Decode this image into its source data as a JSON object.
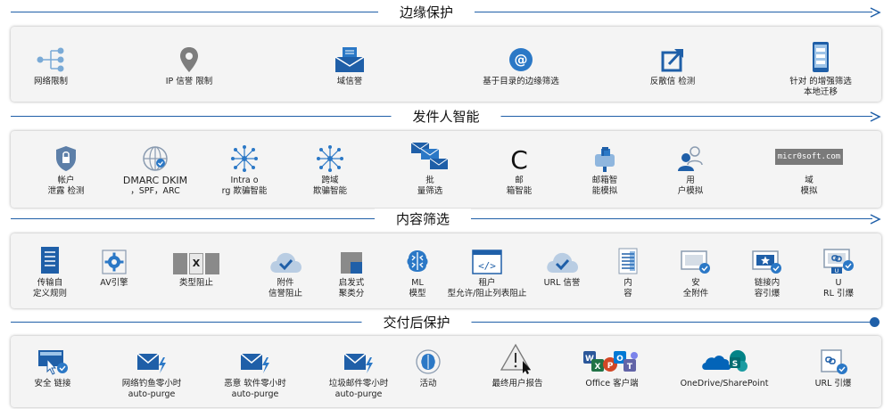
{
  "sections": [
    {
      "title": "边缘保护",
      "items": [
        {
          "icon": "network-icon",
          "label": [
            "网络限制"
          ]
        },
        {
          "icon": "location-pin-icon",
          "label": [
            "IP 信誉 限制"
          ]
        },
        {
          "icon": "envelope-stack-icon",
          "label": [
            "域信誉"
          ]
        },
        {
          "icon": "at-sign-icon",
          "label": [
            "基于目录的边缘筛选"
          ]
        },
        {
          "icon": "share-out-icon",
          "label": [
            "反散信 检测"
          ]
        },
        {
          "icon": "phone-sync-icon",
          "label": [
            "针对 的增强筛选",
            "本地迁移"
          ]
        }
      ]
    },
    {
      "title": "发件人智能",
      "items": [
        {
          "icon": "shield-lock-icon",
          "label": [
            "帐户",
            "泄露 检测"
          ]
        },
        {
          "icon": "globe-check-icon",
          "label": [
            "DMARC DKIM",
            "，SPF，ARC"
          ]
        },
        {
          "icon": "hub-network-icon",
          "label": [
            "Intra o",
            "rg 欺骗智能"
          ]
        },
        {
          "icon": "hub-network-icon",
          "label": [
            "跨域",
            "欺骗智能"
          ]
        },
        {
          "icon": "bulk-mail-icon",
          "label": [
            "批",
            "量筛选"
          ]
        },
        {
          "icon": "c-letter-icon",
          "label": [
            "邮",
            "箱智能"
          ]
        },
        {
          "icon": "mailbox-icon",
          "label": [
            "邮箱智",
            "能模拟"
          ]
        },
        {
          "icon": "users-icon",
          "label": [
            "用",
            "户模拟"
          ]
        },
        {
          "icon": "domain-card-icon",
          "label": [
            "域",
            "模拟"
          ],
          "card_text": "micr0soft.com"
        }
      ]
    },
    {
      "title": "内容筛选",
      "items": [
        {
          "icon": "document-list-icon",
          "label": [
            "传输自",
            "定义规则"
          ]
        },
        {
          "icon": "gear-engine-icon",
          "label": [
            "AV引擎"
          ]
        },
        {
          "icon": "blocked-file-icon",
          "label": [
            "类型阻止"
          ],
          "badge": "X"
        },
        {
          "icon": "cloud-check-icon",
          "label": [
            "附件",
            "信誉阻止"
          ]
        },
        {
          "icon": "heuristic-icon",
          "label": [
            "启发式",
            "聚类分"
          ]
        },
        {
          "icon": "brain-icon",
          "label": [
            "ML",
            "模型"
          ]
        },
        {
          "icon": "code-window-icon",
          "label": [
            "租户",
            "型允许/阻止列表阻止"
          ]
        },
        {
          "icon": "cloud-check-icon",
          "label": [
            "URL 信誉"
          ]
        },
        {
          "icon": "document-scan-icon",
          "label": [
            "内",
            "容"
          ]
        },
        {
          "icon": "monitor-check-icon",
          "label": [
            "安",
            "全附件"
          ]
        },
        {
          "icon": "star-monitor-icon",
          "label": [
            "链接内",
            "容引爆"
          ]
        },
        {
          "icon": "link-monitor-icon",
          "label": [
            "U",
            "RL 引爆"
          ],
          "badge": "U"
        }
      ]
    },
    {
      "title": "交付后保护",
      "items": [
        {
          "icon": "safe-link-icon",
          "label": [
            "安全 链接"
          ]
        },
        {
          "icon": "mail-bolt-icon",
          "label": [
            "网络钓鱼零小时",
            "auto-purge"
          ]
        },
        {
          "icon": "mail-bolt-icon",
          "label": [
            "恶意 软件零小时",
            "auto-purge"
          ]
        },
        {
          "icon": "mail-bolt-icon",
          "label": [
            "垃圾邮件零小时",
            "auto-purge"
          ]
        },
        {
          "icon": "brain-circle-icon",
          "label": [
            "活动"
          ]
        },
        {
          "icon": "warning-cursor-icon",
          "label": [
            "最终用户报告"
          ]
        },
        {
          "icon": "office-apps-icon",
          "label": [
            "Office 客户端"
          ]
        },
        {
          "icon": "onedrive-sharepoint-icon",
          "label": [
            "OneDrive/SharePoint"
          ]
        },
        {
          "icon": "link-monitor-icon",
          "label": [
            "URL 引爆"
          ]
        }
      ]
    }
  ],
  "colors": {
    "accent": "#1f5fa8",
    "icon_blue": "#2b78c6",
    "panel": "#f4f4f4"
  }
}
